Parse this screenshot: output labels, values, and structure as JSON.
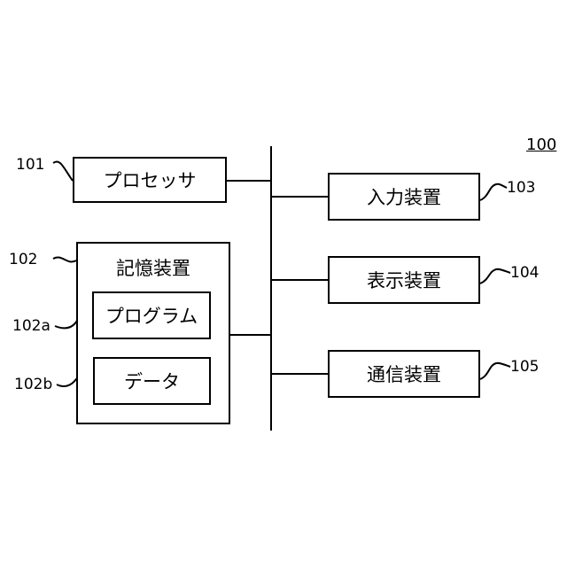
{
  "figure_number": "100",
  "blocks": {
    "processor": {
      "ref": "101",
      "label": "プロセッサ"
    },
    "storage": {
      "ref": "102",
      "label": "記憶装置"
    },
    "program": {
      "ref": "102a",
      "label": "プログラム"
    },
    "data": {
      "ref": "102b",
      "label": "データ"
    },
    "input_device": {
      "ref": "103",
      "label": "入力装置"
    },
    "display_device": {
      "ref": "104",
      "label": "表示装置"
    },
    "communication_device": {
      "ref": "105",
      "label": "通信装置"
    }
  }
}
